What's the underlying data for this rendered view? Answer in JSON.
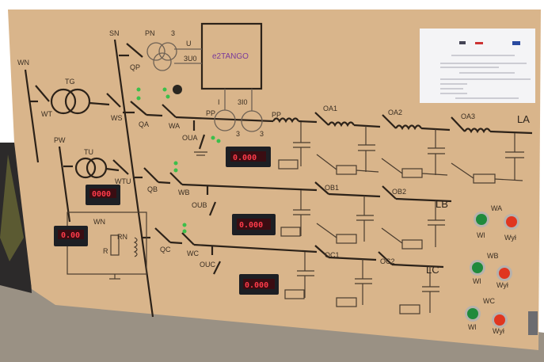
{
  "panel": {
    "controller_label": "e2TANGO",
    "labels": {
      "wn": "WN",
      "tg": "TG",
      "wt1": "WT",
      "sn": "SN",
      "pn": "PN",
      "pn_3": "3",
      "u": "U",
      "u0": "3U0",
      "qp": "QP",
      "ws": "WS",
      "qa": "QA",
      "wa": "WA",
      "pp1": "PP",
      "pp2": "PP",
      "i": "I",
      "i0": "3I0",
      "ct3a": "3",
      "ct3b": "3",
      "oua": "OUA",
      "oa1": "OA1",
      "oa2": "OA2",
      "oa3": "OA3",
      "la": "LA",
      "pw": "PW",
      "tu": "TU",
      "wtu": "WTU",
      "qb": "QB",
      "wb": "WB",
      "oub": "OUB",
      "ob1": "OB1",
      "ob2": "OB2",
      "lb": "LB",
      "qc": "QC",
      "wc": "WC",
      "ouc": "OUC",
      "oc1": "OC1",
      "oc2": "OC2",
      "lc": "LC",
      "rn": "RN",
      "r": "R",
      "wn2": "WN"
    },
    "displays": {
      "line_a": "0.000",
      "line_b": "0.000",
      "line_c": "0.000",
      "left_top": "0000",
      "left_bottom": "0.00"
    },
    "breakers": [
      {
        "name": "WA",
        "on_label": "Wl",
        "off_label": "Wył"
      },
      {
        "name": "WB",
        "on_label": "Wl",
        "off_label": "Wył"
      },
      {
        "name": "WC",
        "on_label": "Wl",
        "off_label": "Wył"
      }
    ],
    "colors": {
      "panel": "#d8b48a",
      "on_button": "#1f8a3c",
      "off_button": "#e0361f",
      "display_digits": "#ff3b4a",
      "controller_text": "#7a3a9a"
    }
  }
}
